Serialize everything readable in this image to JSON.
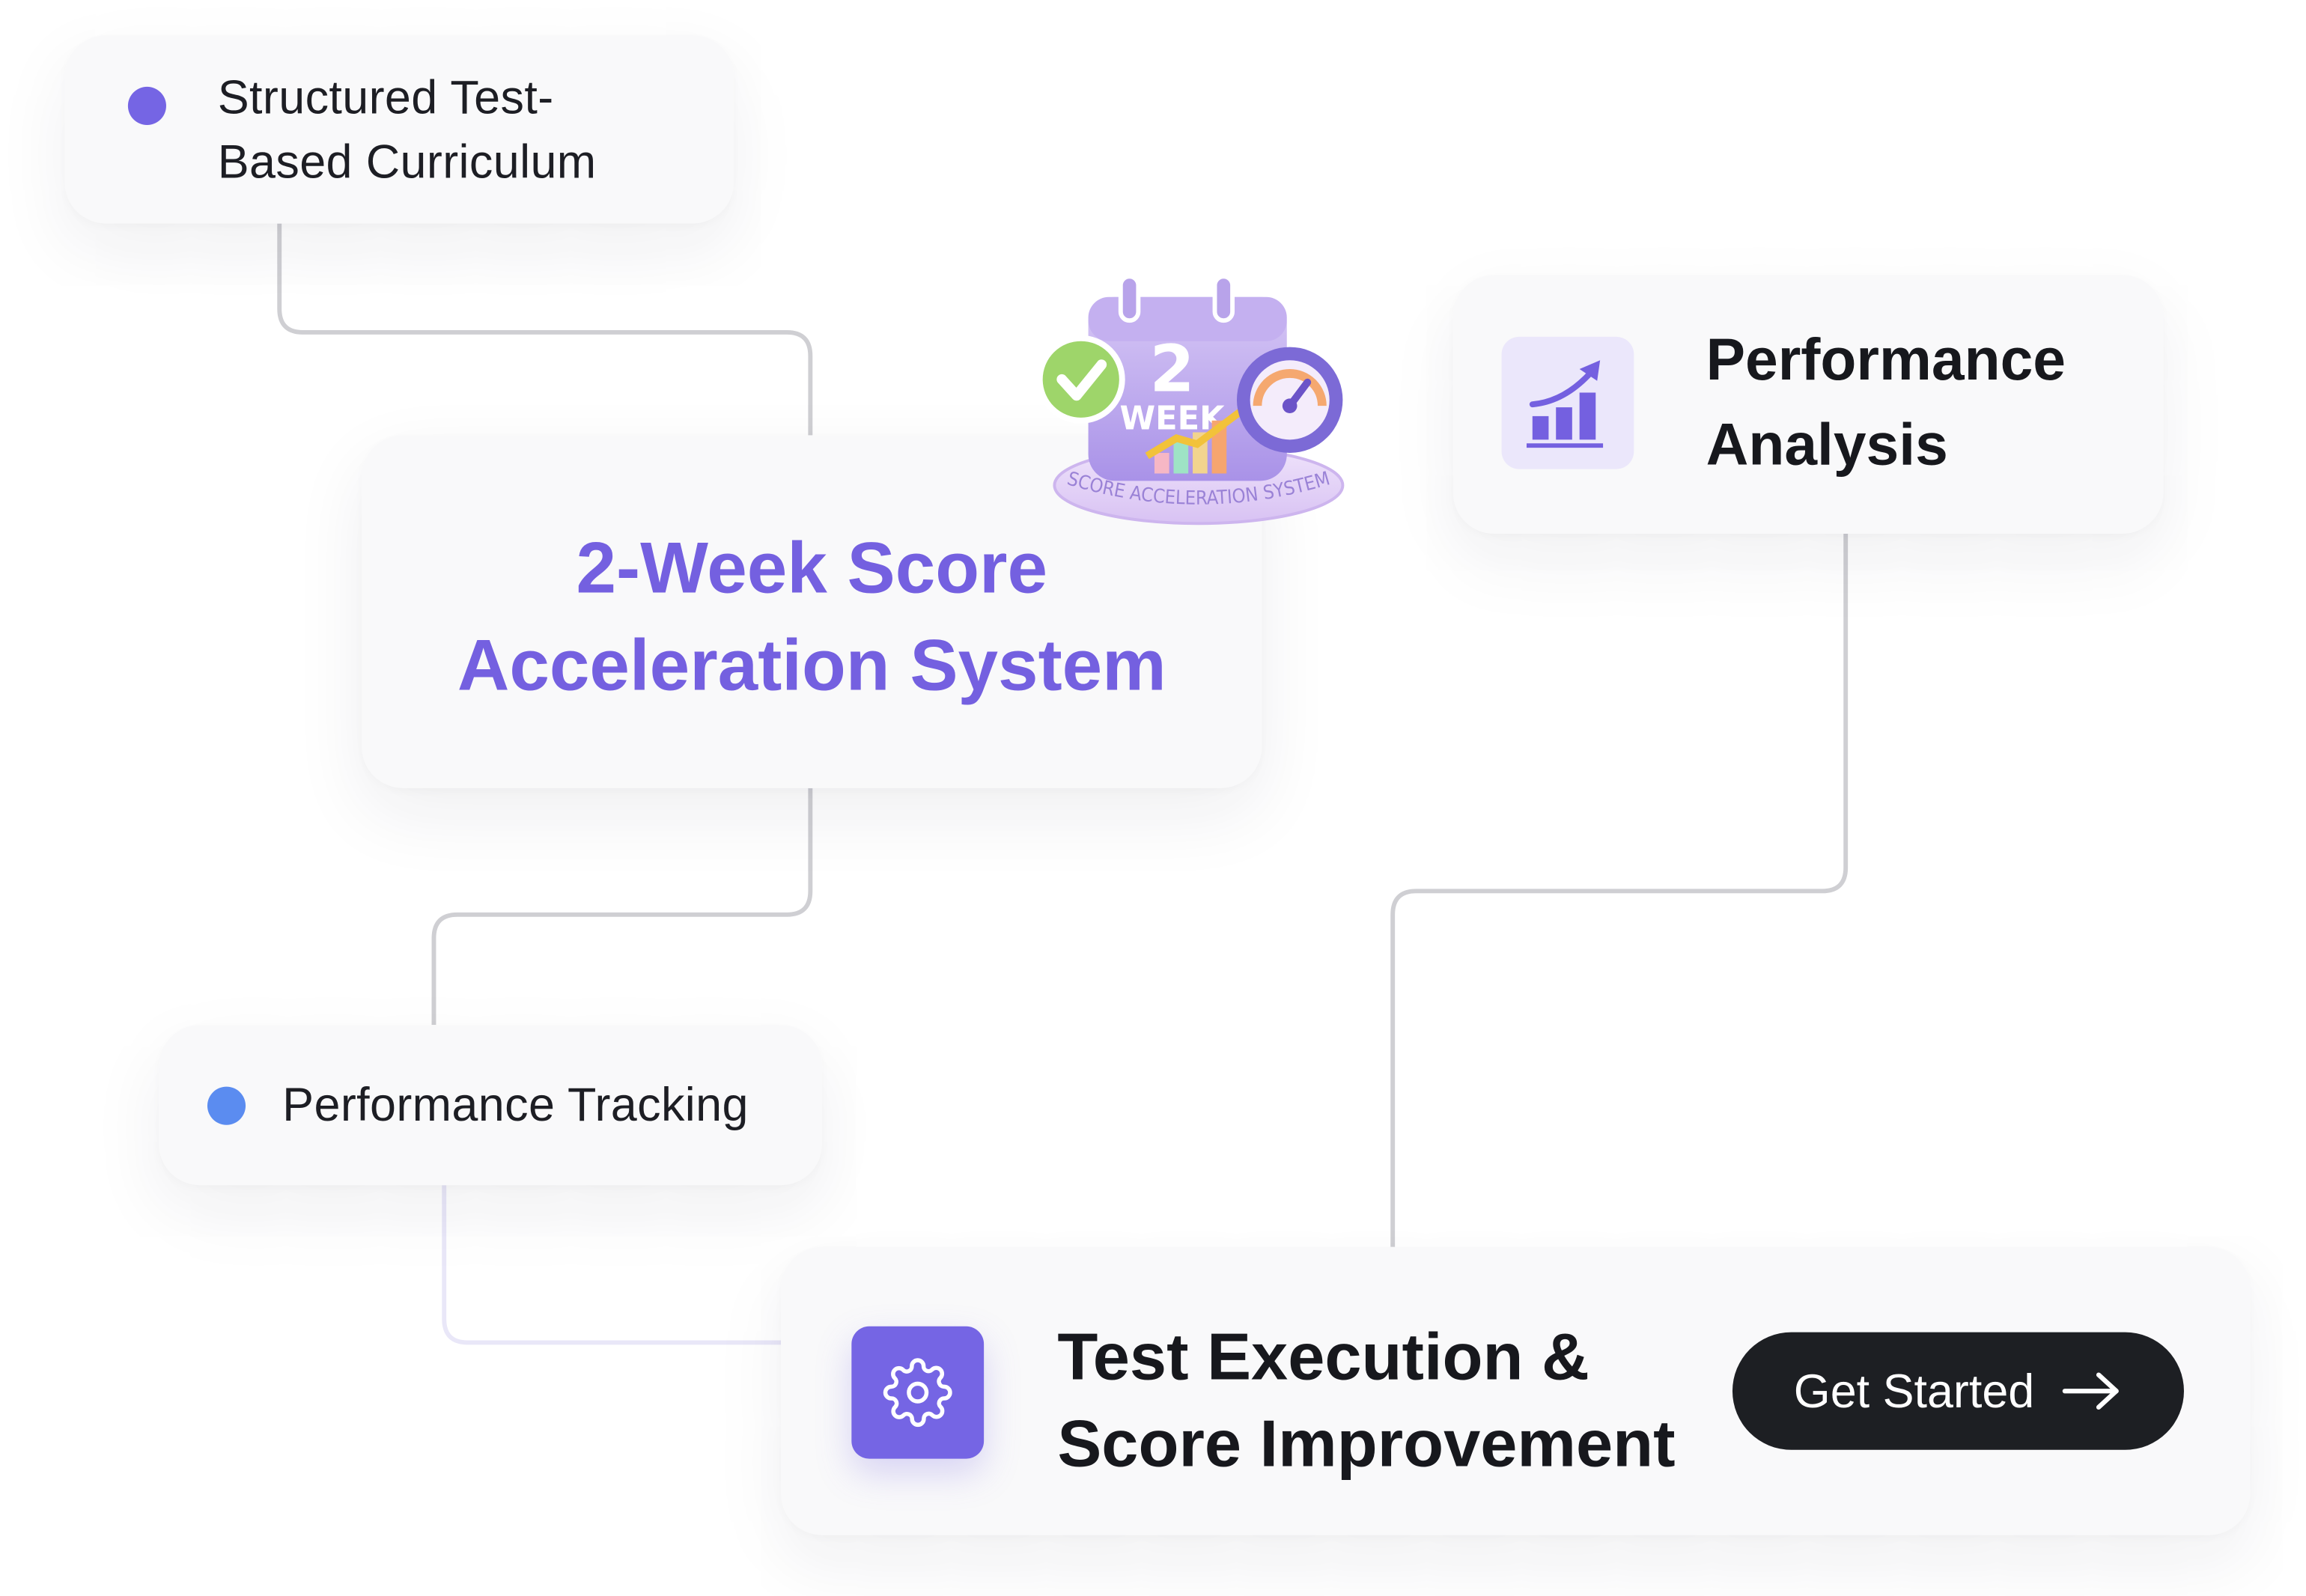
{
  "nodes": {
    "curriculum": {
      "label": "Structured Test-Based Curriculum",
      "dot_color": "#7565e4"
    },
    "center": {
      "title_line1": "2-Week Score",
      "title_line2": "Acceleration System"
    },
    "badge": {
      "number": "2",
      "word": "WEEK",
      "ribbon": "SCORE ACCELERATION SYSTEM",
      "icon": "calendar-score-badge-icon"
    },
    "analysis": {
      "title_line1": "Performance",
      "title_line2": "Analysis",
      "icon": "bar-chart-growth-icon"
    },
    "tracking": {
      "label": "Performance Tracking",
      "dot_color": "#5b8cf0"
    },
    "execution": {
      "title_line1": "Test Execution &",
      "title_line2": "Score Improvement",
      "icon": "gear-icon"
    }
  },
  "cta": {
    "label": "Get Started",
    "icon": "arrow-right-icon"
  },
  "colors": {
    "accent": "#7460e0",
    "connector": "#cfcfd3",
    "connector_light": "#e7e6f7",
    "cta_bg": "#1d1f23"
  }
}
